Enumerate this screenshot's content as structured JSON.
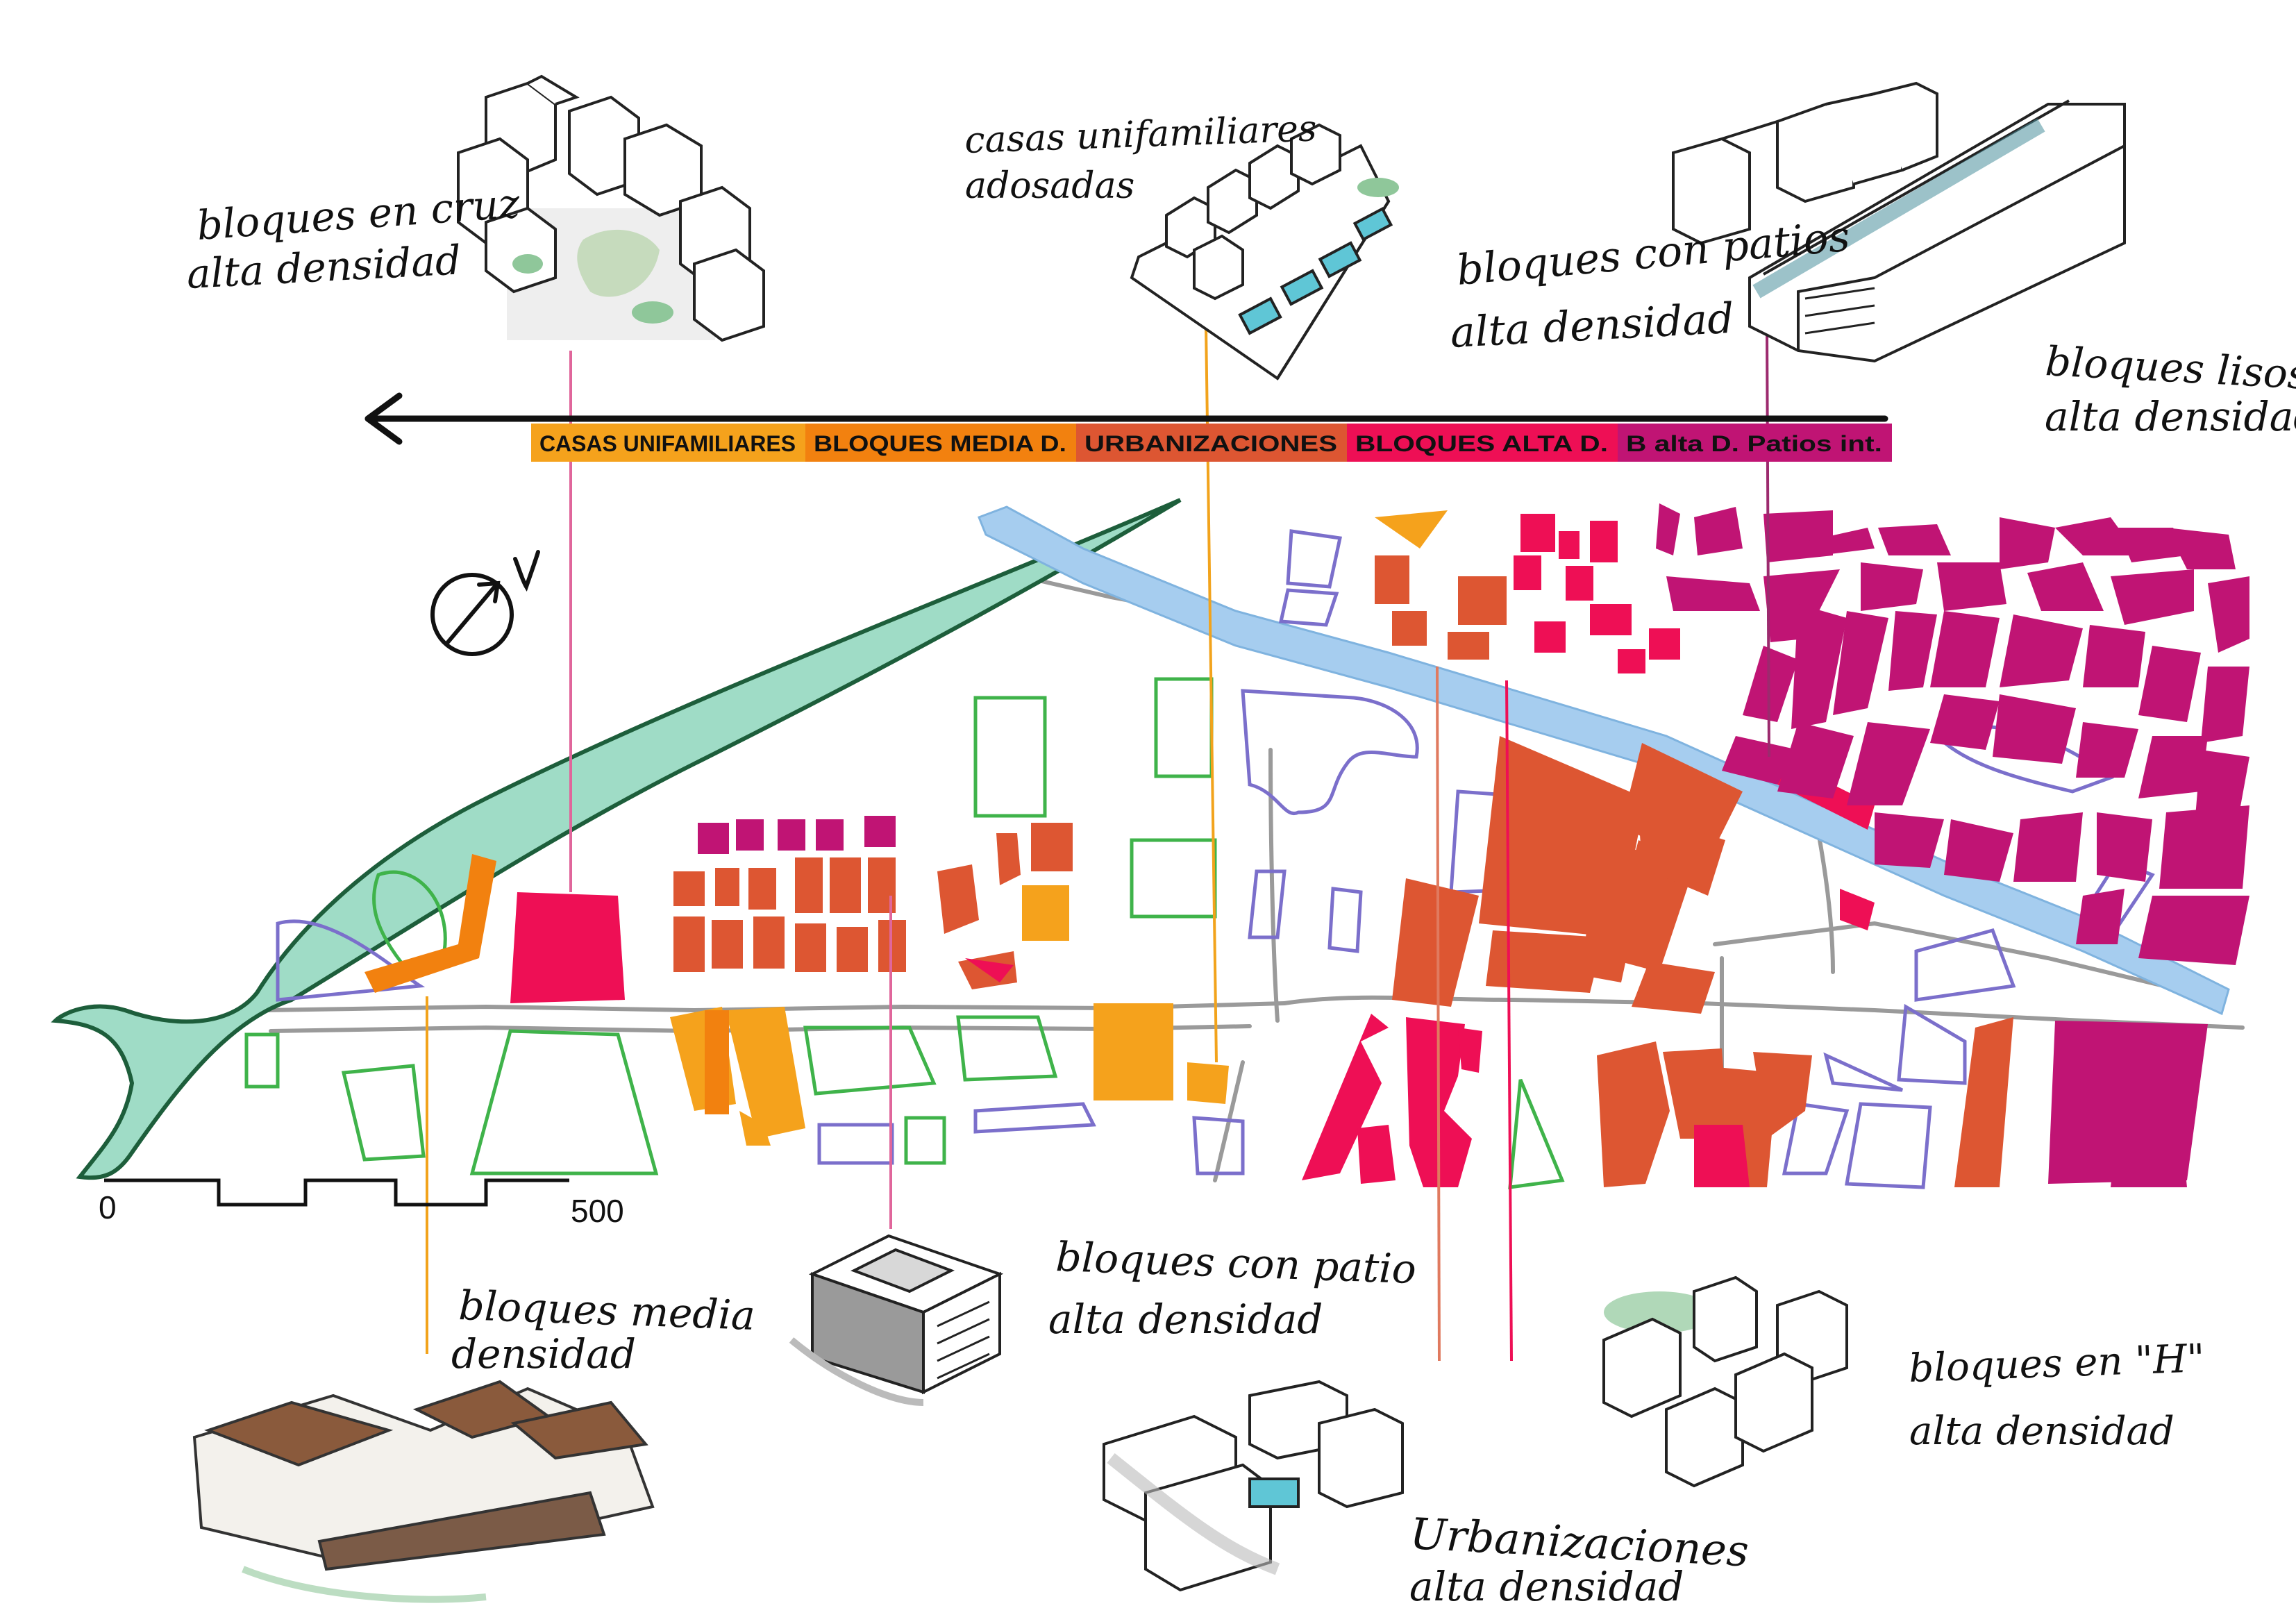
{
  "legend_bar": {
    "items": [
      {
        "label": "CASAS UNIFAMILIARES",
        "color": "#f5a21c"
      },
      {
        "label": "BLOQUES MEDIA D.",
        "color": "#f2810f"
      },
      {
        "label": "URBANIZACIONES",
        "color": "#dd5632"
      },
      {
        "label": "BLOQUES ALTA D.",
        "color": "#ee0f55"
      },
      {
        "label": "B alta D. Patios int.",
        "color": "#c01474"
      }
    ]
  },
  "annotations": {
    "cruz": {
      "line1": "bloques en cruz",
      "line2": "alta densidad"
    },
    "adosadas": {
      "line1": "casas unifamiliares",
      "line2": "adosadas"
    },
    "patios": {
      "line1": "bloques con patios",
      "line2": "alta densidad"
    },
    "lisos": {
      "line1": "bloques lisos",
      "line2": "alta densidad"
    },
    "media": {
      "line1": "bloques media",
      "line2": "densidad"
    },
    "patio": {
      "line1": "bloques con patio",
      "line2": "alta densidad"
    },
    "h": {
      "line1": "bloques en \"H\"",
      "line2": "alta densidad"
    },
    "urbanizaciones": {
      "line1": "Urbanizaciones",
      "line2": "alta densidad"
    }
  },
  "scale_bar": {
    "start": "0",
    "end": "500"
  },
  "colors": {
    "river": "#9fdcc6",
    "river_edge": "#1d5e3b",
    "canal": "#a6cdef",
    "park_outline": "#3fb34a",
    "public_outline": "#7b6fcb",
    "road": "#9a9a9a",
    "leader_pink": "#e0669b",
    "leader_orange": "#f2a31c",
    "leader_purple": "#9c2a6e"
  },
  "icons": {
    "north_arrow": "north-arrow-icon"
  }
}
